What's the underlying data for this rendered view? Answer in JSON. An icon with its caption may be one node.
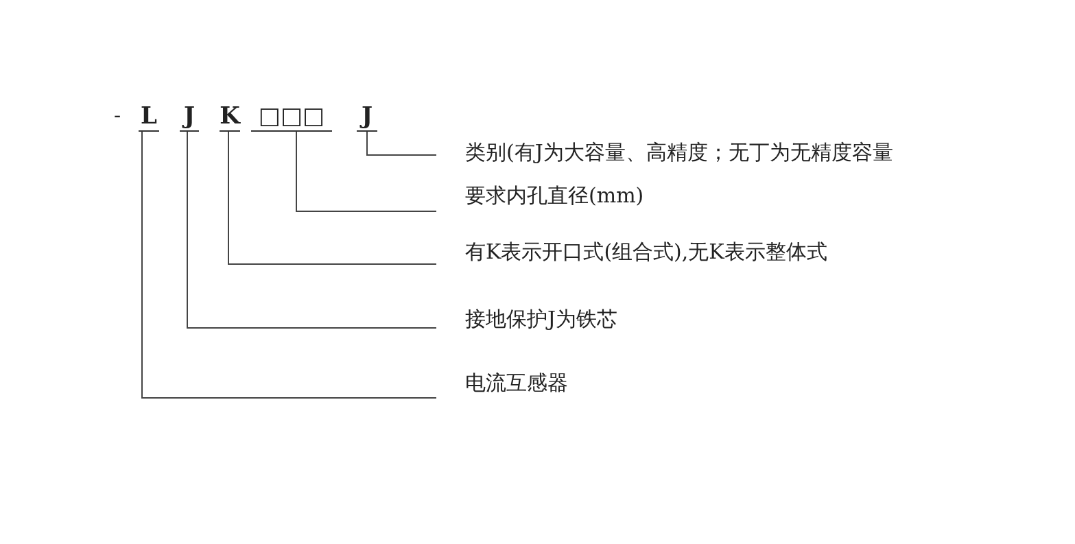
{
  "diagram": {
    "nodes": [
      {
        "text": [
          "L"
        ]
      },
      {
        "text": [
          "J"
        ]
      },
      {
        "text": [
          "K"
        ]
      },
      {
        "text": [
          "□□□"
        ]
      },
      {
        "text": [
          "J"
        ]
      },
      {
        "text": [
          "类别(有J为大容量、高精度；无丁为无精度容量"
        ]
      },
      {
        "text": [
          "要求内孔直径(mm)"
        ]
      },
      {
        "text": [
          "有K表示开口式(组合式),无K表示整体式"
        ]
      },
      {
        "text": [
          "接地保护J为铁芯"
        ]
      },
      {
        "text": [
          "电流互感器"
        ]
      }
    ],
    "edges": [
      {
        "from": 4,
        "to": 5,
        "arrow": "none"
      },
      {
        "from": 3,
        "to": 6,
        "arrow": "none"
      },
      {
        "from": 2,
        "to": 7,
        "arrow": "none"
      },
      {
        "from": 1,
        "to": 8,
        "arrow": "none"
      },
      {
        "from": 0,
        "to": 9,
        "arrow": "none"
      }
    ],
    "labels": [
      "-"
    ]
  }
}
